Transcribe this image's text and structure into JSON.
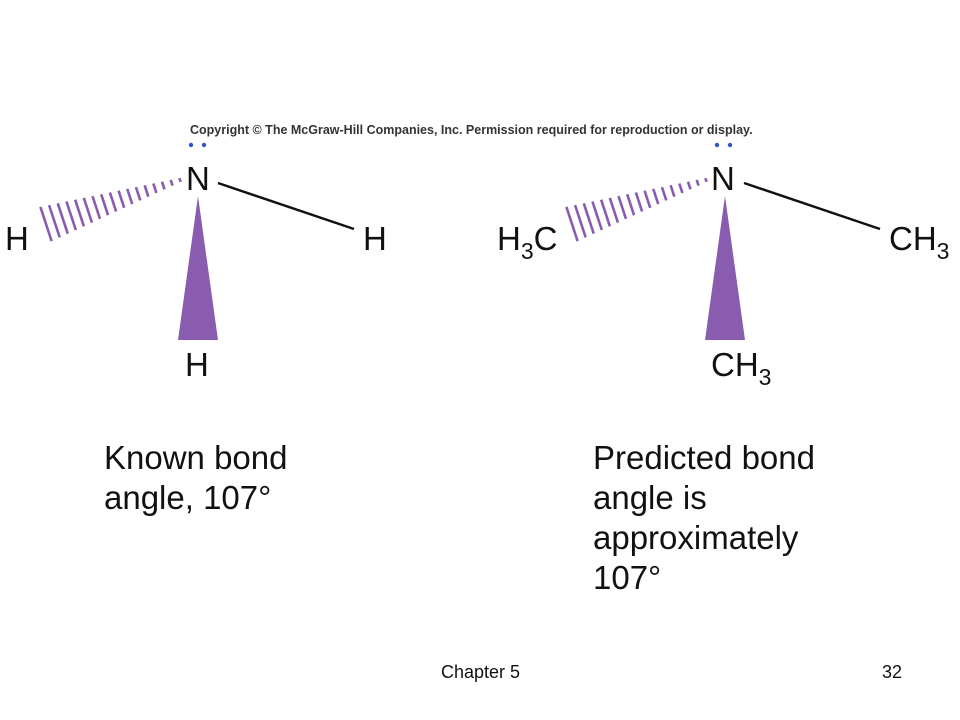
{
  "copyright": "Copyright © The McGraw-Hill Companies, Inc. Permission required for reproduction or display.",
  "left_molecule": {
    "central_atom": "N",
    "left_substituent": "H",
    "right_substituent": "H",
    "bottom_substituent": "H",
    "caption_lines": [
      "Known bond",
      "angle, 107°"
    ]
  },
  "right_molecule": {
    "central_atom": "N",
    "left_substituent": {
      "main": "H",
      "sub": "3",
      "tail": "C"
    },
    "right_substituent": {
      "main": "CH",
      "sub": "3"
    },
    "bottom_substituent": {
      "main": "CH",
      "sub": "3"
    },
    "caption_lines": [
      "Predicted bond",
      "angle is",
      "approximately",
      "107°"
    ]
  },
  "colors": {
    "wedge": "#8a5cb0",
    "lone_pair": "#3355cc",
    "text": "#111111"
  },
  "footer": {
    "chapter": "Chapter 5",
    "page": "32"
  }
}
